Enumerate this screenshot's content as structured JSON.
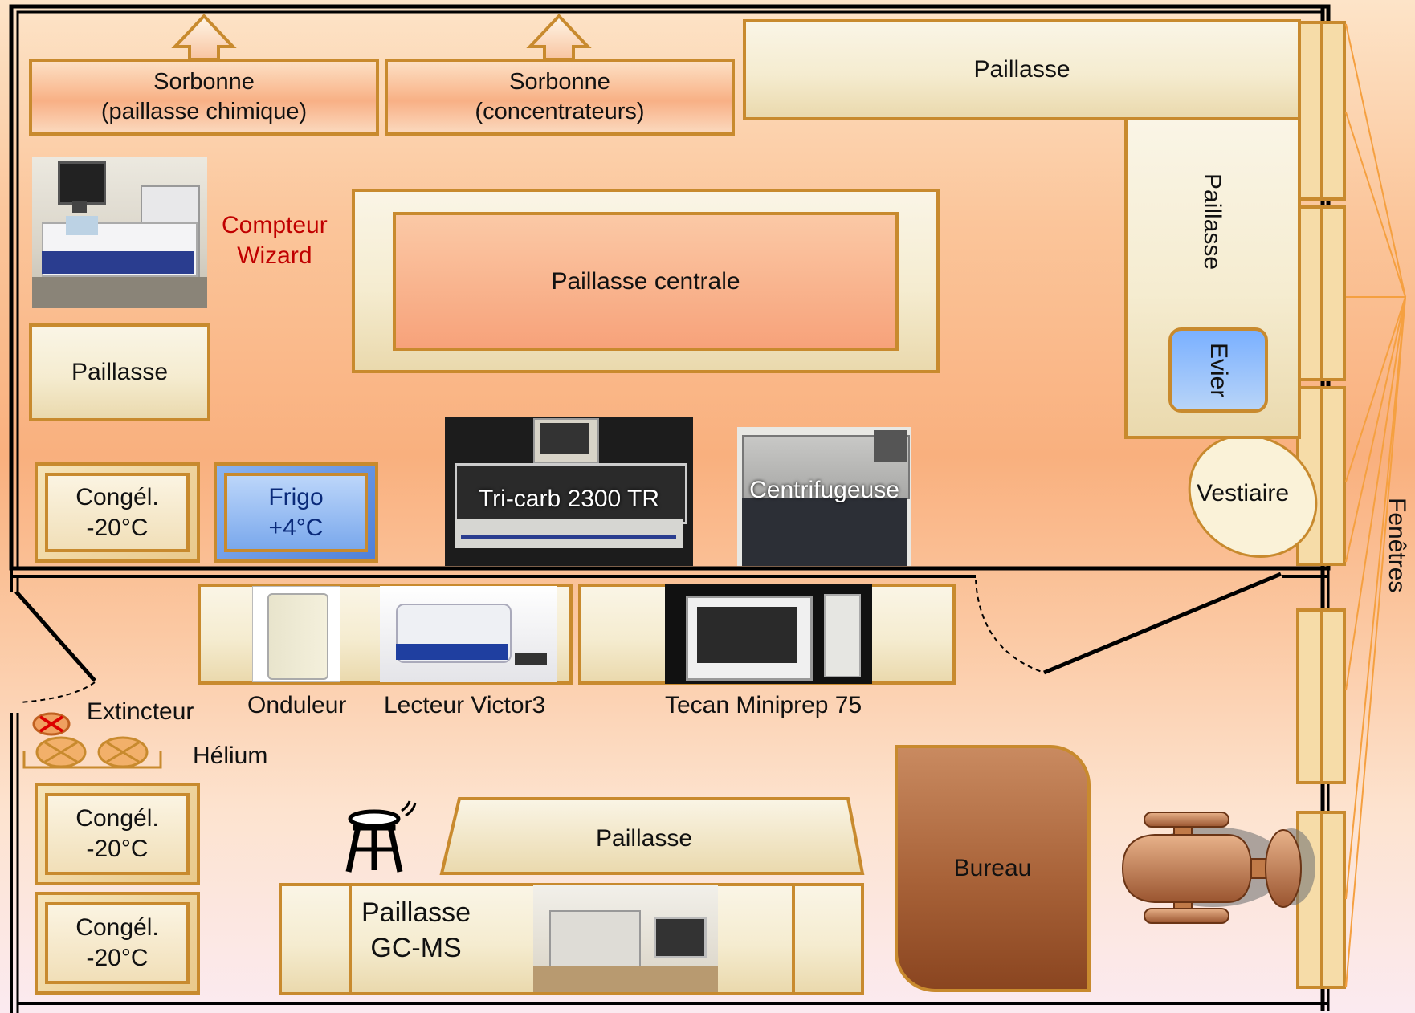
{
  "labels": {
    "sorbonne_chimique": "Sorbonne\n(paillasse chimique)",
    "sorbonne_concentrateurs": "Sorbonne\n(concentrateurs)",
    "paillasse_top": "Paillasse",
    "paillasse_right": "Paillasse",
    "evier": "Evier",
    "vestiaire": "Vestiaire",
    "fenetres": "Fenêtres",
    "compteur": "Compteur\nWizard",
    "paillasse_centrale": "Paillasse centrale",
    "paillasse_left": "Paillasse",
    "congel_1": "Congél.\n-20°C",
    "frigo": "Frigo\n+4°C",
    "tricarb": "Tri-carb 2300 TR",
    "centrifugeuse": "Centrifugeuse",
    "onduleur": "Onduleur",
    "lecteur": "Lecteur Victor3",
    "tecan": "Tecan Miniprep 75",
    "extincteur": "Extincteur",
    "helium": "Hélium",
    "congel_2": "Congél.\n-20°C",
    "congel_3": "Congél.\n-20°C",
    "paillasse_bottom": "Paillasse",
    "paillasse_gcms": "Paillasse\nGC-MS",
    "bureau": "Bureau"
  },
  "colors": {
    "wall": "#000000",
    "border": "#c88a2e",
    "compteur_text": "#c00000",
    "frigo_blue": "#5a8fe0",
    "bureau_brown": "#a0572e"
  },
  "icons": [
    "stool-icon",
    "office-chair-icon",
    "extinguisher-icon",
    "helium-tank-icon",
    "arrow-up-icon"
  ]
}
